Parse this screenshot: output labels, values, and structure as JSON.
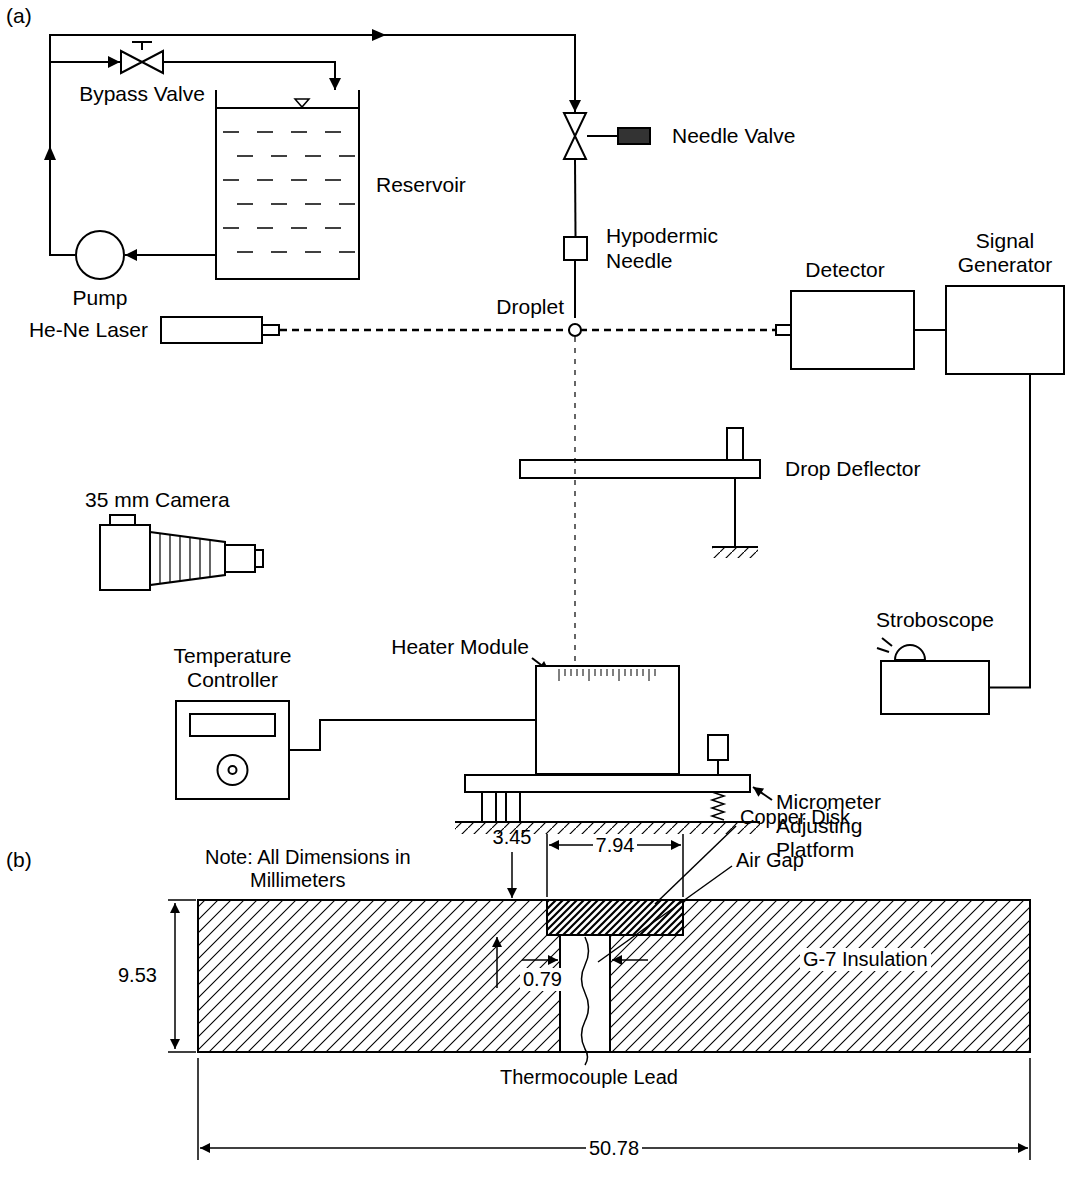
{
  "diagram": {
    "nodes": [
      {
        "text": [
          "Reservoir"
        ]
      },
      {
        "text": [
          "Pump"
        ]
      },
      {
        "text": [
          "Bypass Valve"
        ]
      },
      {
        "text": [
          "Needle Valve"
        ]
      },
      {
        "text": [
          "Hypodermic Needle"
        ]
      },
      {
        "text": [
          "Droplet"
        ]
      },
      {
        "text": [
          "He-Ne Laser"
        ]
      },
      {
        "text": [
          "Detector"
        ]
      },
      {
        "text": [
          "Signal Generator"
        ]
      },
      {
        "text": [
          "Heater Module"
        ]
      },
      {
        "text": [
          "Temperature Controller"
        ]
      },
      {
        "text": [
          "Stroboscope"
        ]
      }
    ],
    "edges": [
      {
        "from": 0,
        "to": 1,
        "arrow": "to"
      },
      {
        "from": 1,
        "to": 3,
        "arrow": "to"
      },
      {
        "from": 1,
        "to": 2,
        "arrow": "to"
      },
      {
        "from": 2,
        "to": 0,
        "arrow": "to"
      },
      {
        "from": 3,
        "to": 4,
        "arrow": "none"
      },
      {
        "from": 6,
        "to": 7,
        "arrow": "none"
      },
      {
        "from": 7,
        "to": 8,
        "arrow": "none"
      },
      {
        "from": 8,
        "to": 11,
        "arrow": "none"
      },
      {
        "from": 5,
        "to": 9,
        "arrow": "none"
      },
      {
        "from": 10,
        "to": 9,
        "arrow": "none"
      }
    ],
    "labels": [
      "(a)",
      "35 mm Camera",
      "Drop Deflector",
      "Micrometer Adjusting Platform",
      "(b)",
      "Note: All Dimensions in Millimeters",
      "3.45",
      "7.94",
      "Copper Disk",
      "Air Gap",
      "9.53",
      "0.79",
      "G-7 Insulation",
      "Thermocouple Lead",
      "50.78"
    ]
  }
}
